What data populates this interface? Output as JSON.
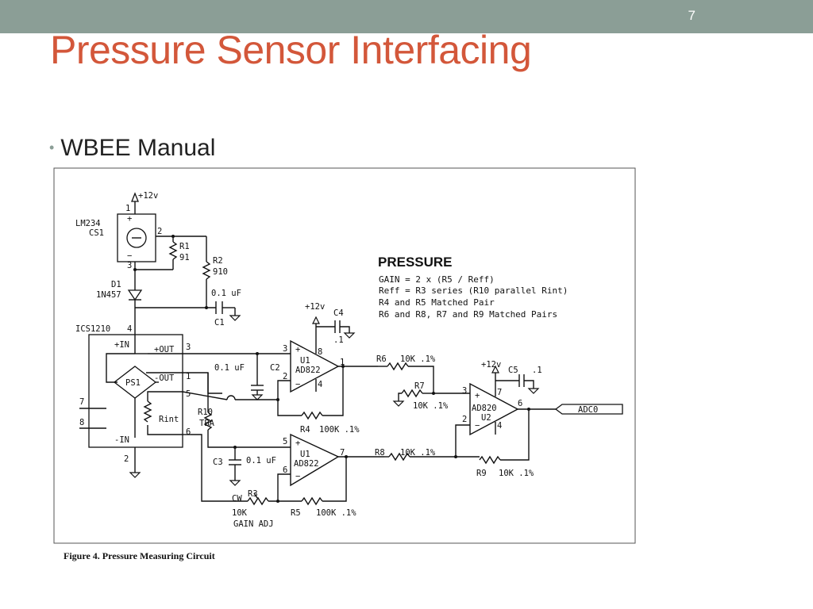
{
  "slide": {
    "number": "7",
    "title": "Pressure Sensor Interfacing",
    "bullet": "WBEE Manual"
  },
  "colors": {
    "topbar": "#8b9e96",
    "title": "#d3573a"
  },
  "figure": {
    "caption": "Figure 4. Pressure Measuring Circuit",
    "heading": "PRESSURE",
    "notes": [
      "GAIN = 2 x (R5 / Reff)",
      "Reff = R3 series (R10 parallel Rint)",
      "R4 and R5 Matched Pair",
      "R6 and R8, R7 and R9 Matched Pairs"
    ],
    "labels": {
      "v12a": "+12v",
      "v12b": "+12v",
      "v12c": "+12v",
      "pin1": "1",
      "plus_cs": "+",
      "minus_cs": "−",
      "pin2": "2",
      "pin3": "3",
      "lm234": "LM234",
      "cs1": "CS1",
      "r1": "R1",
      "r1v": "91",
      "r2": "R2",
      "r2v": "910",
      "d1": "D1",
      "d1v": "1N457",
      "c1v": "0.1 uF",
      "c1": "C1",
      "ics": "ICS1210",
      "ics4": "4",
      "pinIN": "+IN",
      "pinOUTp": "+OUT",
      "pinOUTm": "-OUT",
      "ps1": "PS1",
      "rint": "Rint",
      "pinINm": "-IN",
      "ics2": "2",
      "p3": "3",
      "p1": "1",
      "p5": "5",
      "p6": "6",
      "p7": "7",
      "p8": "8",
      "r10": "R10",
      "r10v": "TBA",
      "c2v": "0.1 uF",
      "c2": "C2",
      "c3": "C3",
      "c3v": "0.1 uF",
      "u1a": "U1",
      "u1ap": "AD822",
      "u1b": "U1",
      "u1bp": "AD822",
      "u1a_p3": "3",
      "u1a_p2": "2",
      "u1a_p8": "8",
      "u1a_p4": "4",
      "u1a_p1": "1",
      "u1b_p5": "5",
      "u1b_p6": "6",
      "u1b_p7": "7",
      "c4": "C4",
      "c4v": ".1",
      "r4": "R4",
      "r4v": "100K .1%",
      "r5": "R5",
      "r5v": "100K .1%",
      "r3": "R3",
      "cw": "CW",
      "r3v": "10K",
      "gainadj": "GAIN ADJ",
      "r6": "R6",
      "r6v": "10K .1%",
      "r7": "R7",
      "r7v": "10K .1%",
      "r8": "R8",
      "r8v": "10K .1%",
      "r9": "R9",
      "r9v": "10K .1%",
      "u2": "U2",
      "u2p": "AD820",
      "u2_p3": "3",
      "u2_p2": "2",
      "u2_p7": "7",
      "u2_p4": "4",
      "u2_p6": "6",
      "c5": "C5",
      "c5v": ".1",
      "adc": "ADC0",
      "plus": "+",
      "minus": "−"
    }
  }
}
